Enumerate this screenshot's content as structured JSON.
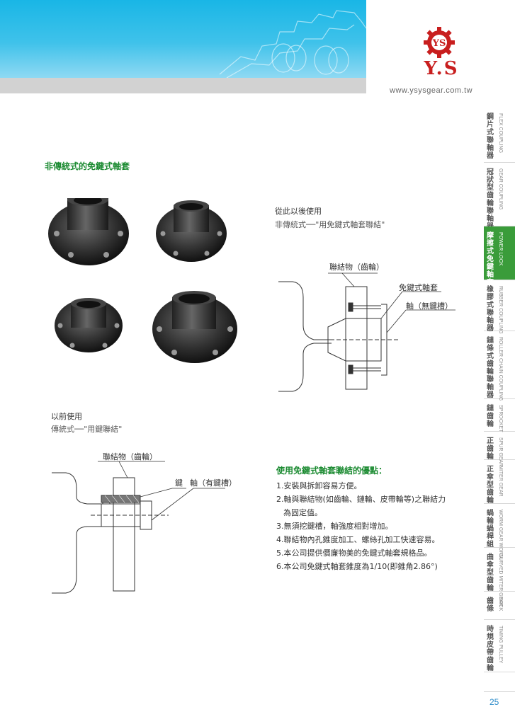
{
  "header": {
    "brand": "Y.S",
    "url": "www.ysysgear.com.tw"
  },
  "sidebar": [
    {
      "zh": "鋼片式聯軸器",
      "en": "FLEX COUPLING",
      "active": false,
      "h": 78
    },
    {
      "zh": "冠狀型齒輪聯軸器",
      "en": "GEAR COUPLING",
      "active": false,
      "h": 90
    },
    {
      "zh": "摩擦式免鍵軸套",
      "en": "POWER LOCK",
      "active": true,
      "h": 76
    },
    {
      "zh": "橡膠式聯軸器",
      "en": "RUBBER COUPLING",
      "active": false,
      "h": 72
    },
    {
      "zh": "鏈條式齒輪聯軸器",
      "en": "ROLLER CHAIN COUPLING",
      "active": false,
      "h": 96
    },
    {
      "zh": "鏈齒輪",
      "en": "SPROCKET",
      "active": false,
      "h": 46
    },
    {
      "zh": "正齒輪",
      "en": "SPUR GEAR",
      "active": false,
      "h": 40
    },
    {
      "zh": "正傘型齒輪",
      "en": "MITER GEAR",
      "active": false,
      "h": 62
    },
    {
      "zh": "蝸輪蝸桿組",
      "en": "WORM GEAR WORM",
      "active": false,
      "h": 62
    },
    {
      "zh": "曲傘型齒輪",
      "en": "CURVED MITER GEAR",
      "active": false,
      "h": 62
    },
    {
      "zh": "齒條",
      "en": "RACK",
      "active": false,
      "h": 40
    },
    {
      "zh": "時規皮帶齒輪",
      "en": "TIMING PULLEY",
      "active": false,
      "h": 74
    }
  ],
  "page_number": "25",
  "section_title": "非傳統式的免鍵式軸套",
  "new_use": {
    "line1": "從此以後使用",
    "line2": "非傳統式──\"用免鍵式軸套聯結\""
  },
  "old_use": {
    "line1": "以前使用",
    "line2": "傳統式──\"用鍵聯結\""
  },
  "diagram_new": {
    "label_coupling": "聯結物（齒輪）",
    "label_keyless": "免鍵式軸套",
    "label_shaft": "軸（無鍵槽）"
  },
  "diagram_old": {
    "label_coupling": "聯結物（齒輪）",
    "label_key": "鍵",
    "label_shaft": "軸（有鍵槽）"
  },
  "advantages": {
    "title": "使用免鍵式軸套聯結的優點：",
    "items": [
      "1.安裝與拆卸容易方便。",
      "2.軸與聯結物(如齒輪、鏈輪、皮帶輪等)之聯結力",
      "  為固定值。",
      "3.無須挖鍵槽，軸強度相對增加。",
      "4.聯結物內孔錐度加工、螺絲孔加工快速容易。",
      "5.本公司提供價廉物美的免鍵式軸套規格品。",
      "6.本公司免鍵式軸套錐度為1/10(即錐角2.86°)"
    ]
  },
  "colors": {
    "accent_green": "#1a8a30",
    "header_cyan": "#19b6e6",
    "logo_red": "#c81e1e",
    "sidebar_active": "#3a9c3a"
  }
}
